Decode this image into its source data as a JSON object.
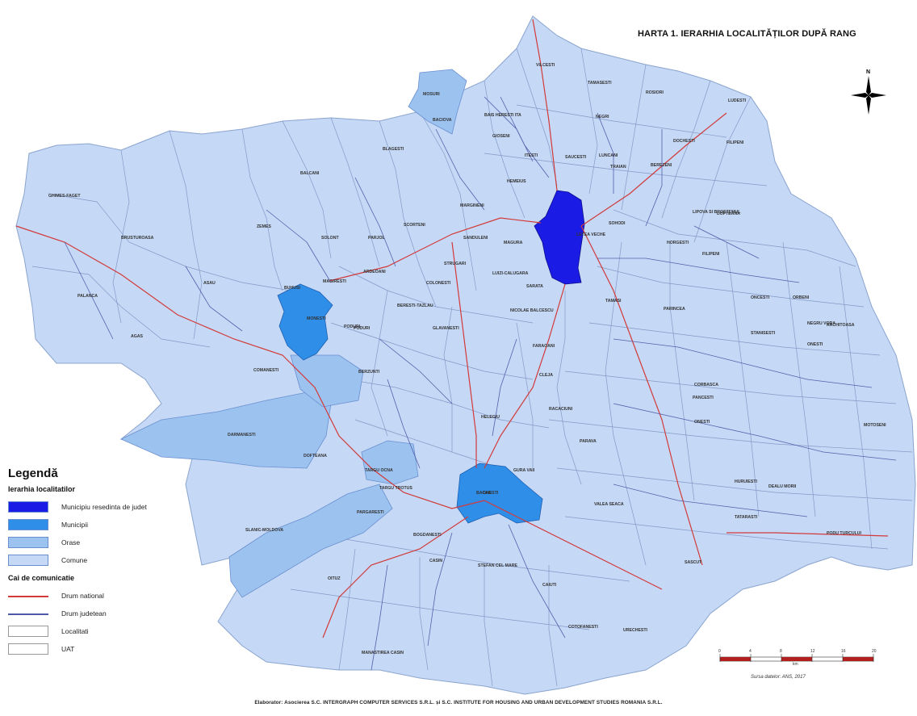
{
  "map": {
    "title": "HARTA 1. IERARHIA LOCALITĂȚILOR DUPĂ RANG",
    "north_label": "N",
    "colors": {
      "county_base": "#c5d8f5",
      "municipiu_resedinta": "#1b1be6",
      "municipii": "#2f8ee8",
      "orase": "#9cc3f0",
      "comune": "#c5d8f5",
      "drum_national": "#d23a3a",
      "drum_judetean": "#4e5aa8"
    },
    "places": [
      {
        "name": "VILCESTI"
      },
      {
        "name": "TAMASESTI"
      },
      {
        "name": "ROSIORI"
      },
      {
        "name": "LUDESTI"
      },
      {
        "name": "NEGRI"
      },
      {
        "name": "DOCHESTI"
      },
      {
        "name": "FILIPENI"
      },
      {
        "name": "BACIOVA"
      },
      {
        "name": "BAIS HERESTI ITA"
      },
      {
        "name": "BLAGESTI"
      },
      {
        "name": "MOSURI"
      },
      {
        "name": "GIOSENI"
      },
      {
        "name": "ITESTI"
      },
      {
        "name": "SAUCESTI"
      },
      {
        "name": "LUNCANI"
      },
      {
        "name": "TRAIAN"
      },
      {
        "name": "BEREZENI"
      },
      {
        "name": "BALCANI"
      },
      {
        "name": "HEMEIUS"
      },
      {
        "name": "GHIMES-FAGET"
      },
      {
        "name": "DOFTEANA"
      },
      {
        "name": "ZEMES"
      },
      {
        "name": "PARJOL"
      },
      {
        "name": "MARGINENI"
      },
      {
        "name": "SOHODI"
      },
      {
        "name": "LIPOVA SI BROSTEMUL"
      },
      {
        "name": "BRUSTUROASA"
      },
      {
        "name": "SOLONT"
      },
      {
        "name": "SCORTENI"
      },
      {
        "name": "BUHUSI"
      },
      {
        "name": "MAGURA"
      },
      {
        "name": "HORGESTI"
      },
      {
        "name": "RACHITOASA"
      },
      {
        "name": "NEGRU VODA"
      },
      {
        "name": "LETEA VECHE"
      },
      {
        "name": "SANDULENI"
      },
      {
        "name": "FILIPENI"
      },
      {
        "name": "ASAU"
      },
      {
        "name": "MAGIRESTI"
      },
      {
        "name": "ARDEOANI"
      },
      {
        "name": "STRUGARI"
      },
      {
        "name": "LUIZI-CALUGARA"
      },
      {
        "name": "PALANCA"
      },
      {
        "name": "MONESTI"
      },
      {
        "name": "SARATA"
      },
      {
        "name": "TAMASI"
      },
      {
        "name": "PARINCEA"
      },
      {
        "name": "ONCESTI"
      },
      {
        "name": "ORBENI"
      },
      {
        "name": "NICOLAE BALCESCU"
      },
      {
        "name": "AGAS"
      },
      {
        "name": "PODURI"
      },
      {
        "name": "BERESTI-TAZLAU"
      },
      {
        "name": "STANISESTI"
      },
      {
        "name": "COLONESTI"
      },
      {
        "name": "FARAOANI"
      },
      {
        "name": "GLAVANESTI"
      },
      {
        "name": "ONESTI"
      },
      {
        "name": "PODURI"
      },
      {
        "name": "CLEJA"
      },
      {
        "name": "CORBASCA"
      },
      {
        "name": "COMANESTI"
      },
      {
        "name": "BERZUNTI"
      },
      {
        "name": "MOTOSENI"
      },
      {
        "name": "DARMANESTI"
      },
      {
        "name": "HELEGIU"
      },
      {
        "name": "RACACIUNI"
      },
      {
        "name": "PARAVA"
      },
      {
        "name": "DEALU MORII"
      },
      {
        "name": "ONESTI"
      },
      {
        "name": "HURUIESTI"
      },
      {
        "name": "PANCESTI"
      },
      {
        "name": "DOFTEANA"
      },
      {
        "name": "GURA VAII"
      },
      {
        "name": "TARGU OCNA"
      },
      {
        "name": "ONESTI"
      },
      {
        "name": "VALEA SEACA"
      },
      {
        "name": "TATARASTI"
      },
      {
        "name": "PARGARESTI"
      },
      {
        "name": "TARGU TROTUS"
      },
      {
        "name": "SLANIC-MOLDOVA"
      },
      {
        "name": "BOGDANESTI"
      },
      {
        "name": "SASCUT"
      },
      {
        "name": "PODU TURCULUI"
      },
      {
        "name": "CASIN"
      },
      {
        "name": "STEFAN CEL MARE"
      },
      {
        "name": "OITUZ"
      },
      {
        "name": "CAIUTI"
      },
      {
        "name": "COTOFANESTI"
      },
      {
        "name": "URECHESTI"
      },
      {
        "name": "MANASTIREA CASIN"
      },
      {
        "name": "BACAU"
      }
    ]
  },
  "legend": {
    "title": "Legendă",
    "hierarchy_title": "Ierarhia localitatilor",
    "hierarchy_items": [
      {
        "label": "Municipiu resedinta de judet",
        "color": "#1b1be6"
      },
      {
        "label": "Municipii",
        "color": "#2f8ee8"
      },
      {
        "label": "Orase",
        "color": "#9cc3f0"
      },
      {
        "label": "Comune",
        "color": "#c5d8f5"
      }
    ],
    "roads_title": "Cai de comunicatie",
    "road_items": [
      {
        "label": "Drum national",
        "type": "line",
        "color": "#d23a3a"
      },
      {
        "label": "Drum judetean",
        "type": "line",
        "color": "#4e5aa8"
      },
      {
        "label": "Localitati",
        "type": "box",
        "color": "#ffffff"
      },
      {
        "label": "UAT",
        "type": "box",
        "color": "#ffffff"
      }
    ]
  },
  "scale": {
    "ticks": [
      "0",
      "4",
      "8",
      "12",
      "16",
      "20"
    ],
    "unit": "km"
  },
  "source": "Sursa datelor: ANS, 2017",
  "footer": "Elaborator: Asocierea S.C. INTERGRAPH COMPUTER SERVICES S.R.L. și S.C. INSTITUTE FOR HOUSING AND URBAN DEVELOPMENT STUDIES ROMANIA S.R.L."
}
